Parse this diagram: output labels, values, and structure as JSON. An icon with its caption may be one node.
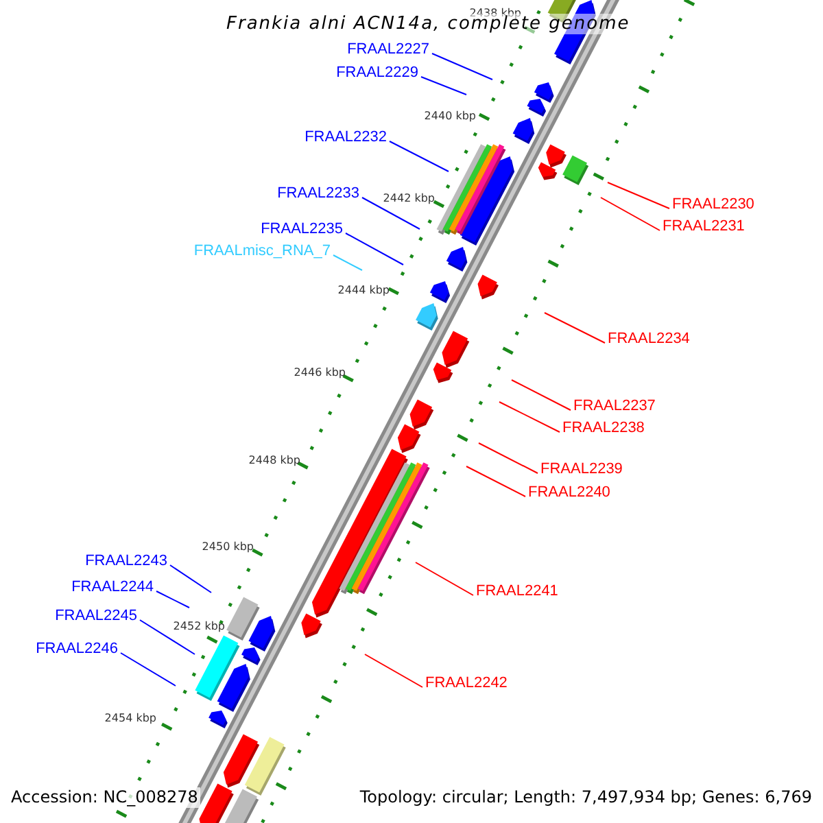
{
  "diagram": {
    "title": "Frankia alni ACN14a, complete genome",
    "nodes": [
      {
        "text": [
          "FRAAL2227"
        ]
      },
      {
        "text": [
          "FRAAL2229"
        ]
      },
      {
        "text": [
          "FRAAL2232"
        ]
      },
      {
        "text": [
          "FRAAL2233"
        ]
      },
      {
        "text": [
          "FRAAL2230"
        ]
      },
      {
        "text": [
          "FRAAL2231"
        ]
      },
      {
        "text": [
          "FRAAL2235"
        ]
      },
      {
        "text": [
          "FRAALmisc_RNA_7"
        ]
      },
      {
        "text": [
          "FRAAL2234"
        ]
      },
      {
        "text": [
          "FRAAL2237"
        ]
      },
      {
        "text": [
          "FRAAL2238"
        ]
      },
      {
        "text": [
          "FRAAL2239"
        ]
      },
      {
        "text": [
          "FRAAL2240"
        ]
      },
      {
        "text": [
          "FRAAL2243"
        ]
      },
      {
        "text": [
          "FRAAL2244"
        ]
      },
      {
        "text": [
          "FRAAL2241"
        ]
      },
      {
        "text": [
          "FRAAL2245"
        ]
      },
      {
        "text": [
          "FRAAL2246"
        ]
      },
      {
        "text": [
          "FRAAL2242"
        ]
      }
    ],
    "edges": [
      {
        "from": 0,
        "to": null,
        "arrow": "none"
      },
      {
        "from": 1,
        "to": null,
        "arrow": "none"
      },
      {
        "from": 2,
        "to": null,
        "arrow": "none"
      },
      {
        "from": 3,
        "to": null,
        "arrow": "none"
      },
      {
        "from": 4,
        "to": null,
        "arrow": "none",
        "color": "#ff0000"
      },
      {
        "from": 5,
        "to": null,
        "arrow": "none",
        "color": "#ff0000"
      },
      {
        "from": 6,
        "to": null,
        "arrow": "none"
      },
      {
        "from": 7,
        "to": null,
        "arrow": "none",
        "color": "#33ccff"
      },
      {
        "from": 8,
        "to": null,
        "arrow": "none",
        "color": "#ff0000"
      },
      {
        "from": 9,
        "to": null,
        "arrow": "none",
        "color": "#ff0000"
      },
      {
        "from": 10,
        "to": null,
        "arrow": "none",
        "color": "#ff0000"
      },
      {
        "from": 11,
        "to": null,
        "arrow": "none",
        "color": "#ff0000"
      },
      {
        "from": 12,
        "to": null,
        "arrow": "none",
        "color": "#ff0000"
      },
      {
        "from": 13,
        "to": null,
        "arrow": "none"
      },
      {
        "from": 14,
        "to": null,
        "arrow": "none"
      },
      {
        "from": 15,
        "to": null,
        "arrow": "none",
        "color": "#ff0000"
      },
      {
        "from": 16,
        "to": null,
        "arrow": "none"
      },
      {
        "from": 17,
        "to": null,
        "arrow": "none"
      },
      {
        "from": 18,
        "to": null,
        "arrow": "none",
        "color": "#ff0000"
      }
    ],
    "labels": [
      "2438 kbp",
      "2440 kbp",
      "2442 kbp",
      "2444 kbp",
      "2446 kbp",
      "2448 kbp",
      "2450 kbp",
      "2452 kbp",
      "2454 kbp",
      "Accession: NC_008278",
      "Topology: circular; Length: 7,497,934 bp; Genes: 6,769"
    ]
  }
}
